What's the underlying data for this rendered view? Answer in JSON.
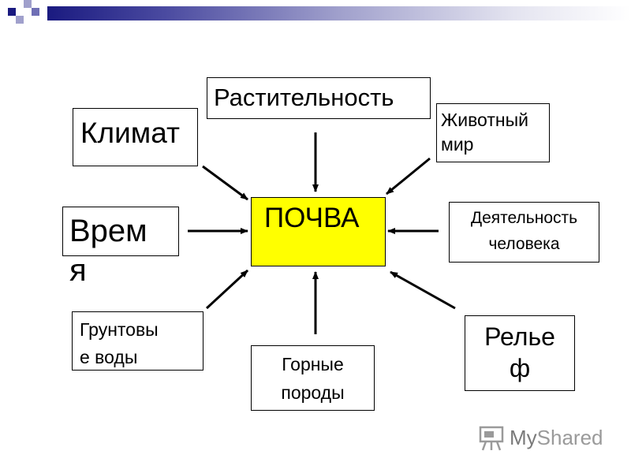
{
  "center": {
    "label": "ПОЧВА",
    "fill": "#ffff00"
  },
  "factors": {
    "klimat": "Климат",
    "rastitelnost": "Растительность",
    "zhivotny_1": "Животный",
    "zhivotny_2": "мир",
    "vremya_1": "Врем",
    "vremya_2": "я",
    "deyatelnost_1": "Деятельность",
    "deyatelnost_2": "человека",
    "gruntovye_1": "Грунтовы",
    "gruntovye_2": "е воды",
    "gornye_1": "Горные",
    "gornye_2": "породы",
    "relief_1": "Релье",
    "relief_2": "ф"
  },
  "watermark": {
    "brand_1": "My",
    "brand_2": "Shared"
  },
  "colors": {
    "accent_dark": "#1a1a80",
    "accent_mid": "#6f6fb5"
  }
}
